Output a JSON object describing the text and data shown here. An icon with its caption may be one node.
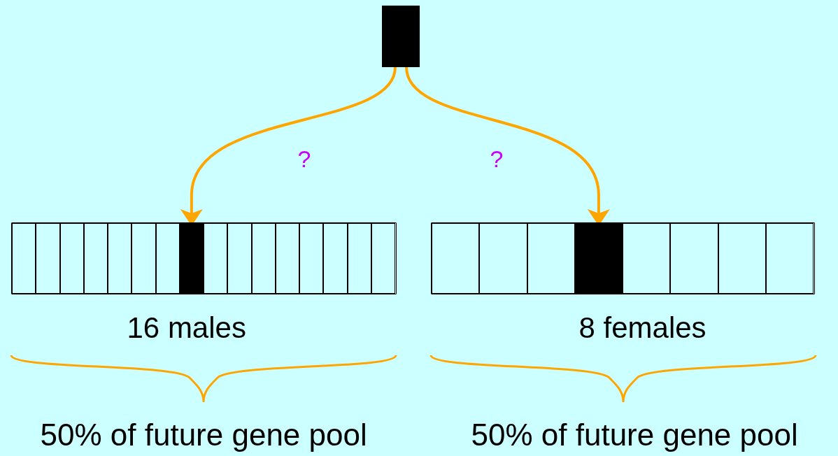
{
  "diagram": {
    "nodes": [
      {
        "text": [],
        "shape": "box"
      },
      {
        "text": [],
        "shape": "bar",
        "beside": [
          "16 males"
        ]
      },
      {
        "text": [],
        "shape": "box",
        "in": 1
      },
      {
        "text": [],
        "shape": "box",
        "in": 1
      },
      {
        "text": [],
        "shape": "box",
        "in": 1
      },
      {
        "text": [],
        "shape": "box",
        "in": 1
      },
      {
        "text": [],
        "shape": "box",
        "in": 1
      },
      {
        "text": [],
        "shape": "box",
        "in": 1
      },
      {
        "text": [],
        "shape": "box",
        "in": 1
      },
      {
        "text": [],
        "shape": "box",
        "in": 1
      },
      {
        "text": [],
        "shape": "box",
        "in": 1
      },
      {
        "text": [],
        "shape": "box",
        "in": 1
      },
      {
        "text": [],
        "shape": "box",
        "in": 1
      },
      {
        "text": [],
        "shape": "box",
        "in": 1
      },
      {
        "text": [],
        "shape": "box",
        "in": 1
      },
      {
        "text": [],
        "shape": "box",
        "in": 1
      },
      {
        "text": [],
        "shape": "box",
        "in": 1
      },
      {
        "text": [],
        "shape": "box",
        "in": 1
      },
      {
        "text": [],
        "shape": "bar",
        "beside": [
          "8 females"
        ]
      },
      {
        "text": [],
        "shape": "box",
        "in": 18
      },
      {
        "text": [],
        "shape": "box",
        "in": 18
      },
      {
        "text": [],
        "shape": "box",
        "in": 18
      },
      {
        "text": [],
        "shape": "box",
        "in": 18
      },
      {
        "text": [],
        "shape": "box",
        "in": 18
      },
      {
        "text": [],
        "shape": "box",
        "in": 18
      },
      {
        "text": [],
        "shape": "box",
        "in": 18
      },
      {
        "text": [],
        "shape": "box",
        "in": 18
      }
    ],
    "edges": [
      {
        "from": 0,
        "to": 9,
        "arrow": "to",
        "label": "?"
      },
      {
        "from": 0,
        "to": 22,
        "arrow": "to",
        "label": "?"
      }
    ],
    "labels": [
      "50% of future gene pool",
      "50% of future gene pool"
    ]
  }
}
